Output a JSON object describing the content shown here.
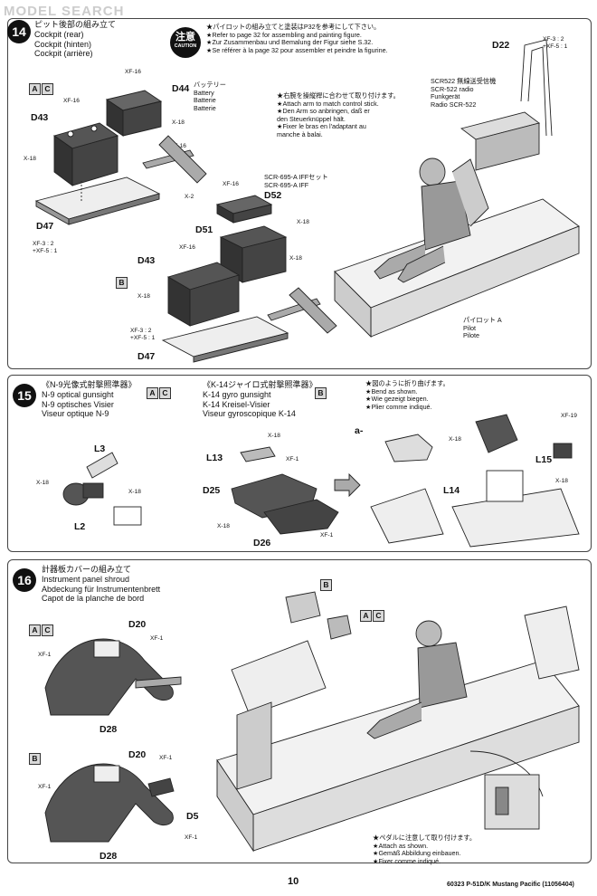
{
  "watermark": "MODEL SEARCH",
  "step14": {
    "number": "14",
    "title_jp": "ピット後部の組み立て",
    "title_en": "Cockpit (rear)",
    "title_de": "Cockpit (hinten)",
    "title_fr": "Cockpit (arrière)",
    "caution": {
      "jp": "注意",
      "en": "CAUTION"
    },
    "notes": [
      "★パイロットの組み立てと塗装はP32を参考にして下さい。",
      "★Refer to page 32 for assembling and painting figure.",
      "★Zur Zusammenbau und Bemalung der Figur siehe S.32.",
      "★Se référer à la page 32 pour assembler et peindre la figurine."
    ],
    "variant_ac": [
      "A",
      "C"
    ],
    "variant_b": "B",
    "battery": [
      "バッテリー",
      "Battery",
      "Batterie",
      "Batterie"
    ],
    "radio": [
      "SCR522 無線送受信機",
      "SCR-522 radio",
      "Funkgerät",
      "Radio SCR-522"
    ],
    "iff": [
      "SCR-695-A IFFセット",
      "SCR-695-A IFF"
    ],
    "arm_note": [
      "★右腕を操縦桿に合わせて取り付けます。",
      "★Attach arm to match control stick.",
      "★Den Arm so anbringen, daß er",
      "den Steuerknüppel hält.",
      "★Fixer le bras en l'adaptant au",
      "manche à balai."
    ],
    "pilot": [
      "パイロット A",
      "Pilot",
      "Pilote"
    ],
    "parts": {
      "D44": "D44",
      "D43": "D43",
      "D47": "D47",
      "D52": "D52",
      "D51": "D51",
      "D22": "D22",
      "XF16": "XF-16",
      "X18": "X-18",
      "X2": "X-2",
      "mix1": "XF-3 : 2",
      "mix2": "+XF-5 : 1"
    }
  },
  "step15": {
    "number": "15",
    "n9": [
      "《N-9光像式射撃照準器》",
      "N-9 optical gunsight",
      "N-9 optisches Visier",
      "Viseur optique N-9"
    ],
    "k14": [
      "《K-14ジャイロ式射撃照準器》",
      "K-14 gyro gunsight",
      "K-14 Kreisel-Visier",
      "Viseur gyroscopique K-14"
    ],
    "bend": [
      "★図のように折り曲げます。",
      "★Bend as shown.",
      "★Wie gezeigt biegen.",
      "★Plier comme indiqué."
    ],
    "parts": {
      "L3": "L3",
      "L2": "L2",
      "L13": "L13",
      "L14": "L14",
      "L15": "L15",
      "D25": "D25",
      "D26": "D26",
      "X18": "X-18",
      "XF1": "XF-1",
      "XF19": "XF-19",
      "a": "a-"
    }
  },
  "step16": {
    "number": "16",
    "title_jp": "計器板カバーの組み立て",
    "title_en": "Instrument panel shroud",
    "title_de": "Abdeckung für Instrumentenbrett",
    "title_fr": "Capot de la planche de bord",
    "pedal": [
      "★ペダルに注意して取り付けます。",
      "★Attach as shown.",
      "★Gemäß Abbildung einbauen.",
      "★Fixer comme indiqué."
    ],
    "parts": {
      "D20": "D20",
      "D28": "D28",
      "D5": "D5",
      "XF1": "XF-1"
    }
  },
  "footer": {
    "page": "10",
    "code": "60323 P-51D/K Mustang Pacific (11056404)"
  }
}
